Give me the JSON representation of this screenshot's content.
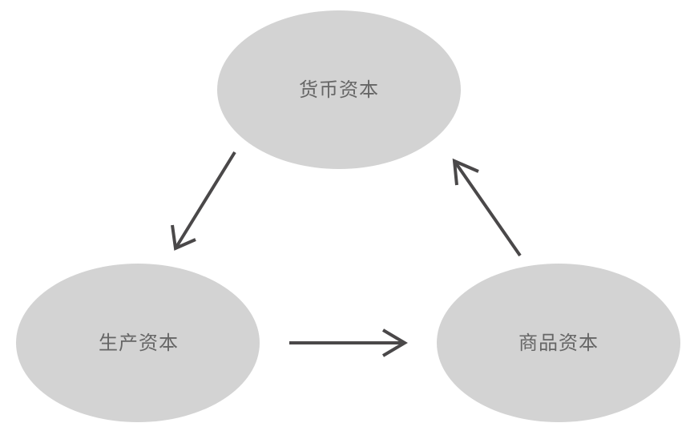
{
  "diagram": {
    "colors": {
      "node_fill": "#d3d3d3",
      "label_text": "#666666",
      "arrow": "#4a4849"
    },
    "nodes": [
      {
        "id": "money-capital",
        "label": "货币资本"
      },
      {
        "id": "productive-capital",
        "label": "生产资本"
      },
      {
        "id": "commodity-capital",
        "label": "商品资本"
      }
    ],
    "edges": [
      {
        "from": "money-capital",
        "to": "productive-capital"
      },
      {
        "from": "productive-capital",
        "to": "commodity-capital"
      },
      {
        "from": "commodity-capital",
        "to": "money-capital"
      }
    ]
  }
}
